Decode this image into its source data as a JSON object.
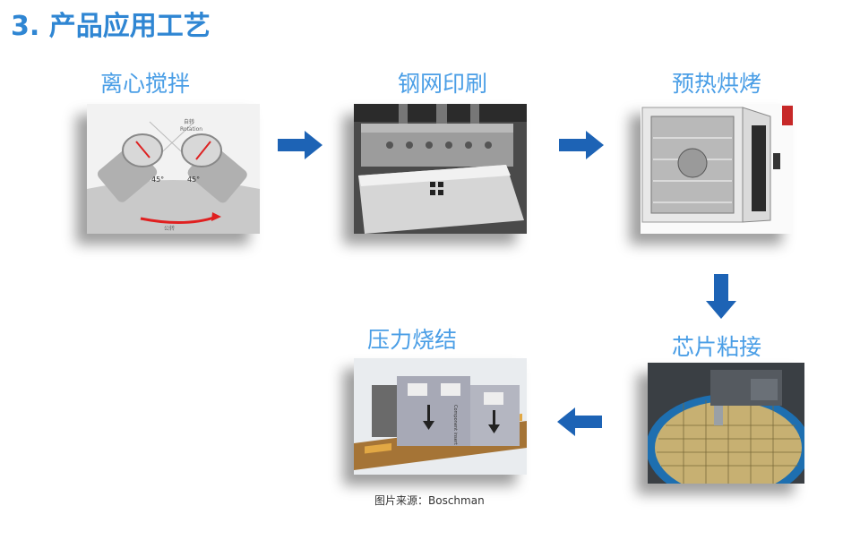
{
  "title": "3. 产品应用工艺",
  "steps": [
    {
      "label": "离心搅拌",
      "texts": [
        "45°",
        "45°",
        "自转",
        "Rotation",
        "公转"
      ]
    },
    {
      "label": "钢网印刷"
    },
    {
      "label": "预热烘烤"
    },
    {
      "label": "芯片粘接"
    },
    {
      "label": "压力烧结",
      "texts": [
        "Component insert"
      ]
    }
  ],
  "credit": "图片来源：Boschman",
  "colors": {
    "title": "#2f86d3",
    "label": "#4a9ee6",
    "arrow": "#1d63b5"
  }
}
